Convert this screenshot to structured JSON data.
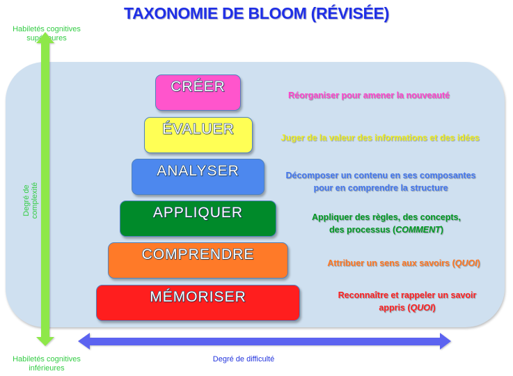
{
  "title": "TAXONOMIE DE BLOOM (RÉVISÉE)",
  "axes": {
    "top_label_line1": "Habiletés cognitives",
    "top_label_line2": "supérieures",
    "bottom_label_line1": "Habiletés cognitives",
    "bottom_label_line2": "inférieures",
    "vertical_label": "Degré de complexité",
    "horizontal_label": "Degré de difficulté"
  },
  "levels": [
    {
      "name": "CRÉER",
      "color": "#ff55cc",
      "desc_color": "#ff44cc",
      "desc_line1": "Réorganiser pour amener la nouveauté",
      "desc_line2": ""
    },
    {
      "name": "ÉVALUER",
      "color": "#ffff55",
      "desc_color": "#eeee22",
      "desc_line1": "Juger de la valeur des informations et des idées",
      "desc_line2": ""
    },
    {
      "name": "ANALYSER",
      "color": "#4d88ee",
      "desc_color": "#4477ee",
      "desc_line1": "Décomposer un contenu en ses composantes",
      "desc_line2": "pour en comprendre la structure"
    },
    {
      "name": "APPLIQUER",
      "color": "#008a2a",
      "desc_color": "#009922",
      "desc_line1": "Appliquer des règles, des concepts,",
      "desc_line2": "des processus (",
      "desc_emph": "COMMENT",
      "desc_end": ")"
    },
    {
      "name": "COMPRENDRE",
      "color": "#ff7a28",
      "desc_color": "#ff7722",
      "desc_line1": "Attribuer un sens aux savoirs (",
      "desc_emph": "QUOI",
      "desc_end": ")"
    },
    {
      "name": "MÉMORISER",
      "color": "#ff1e1e",
      "desc_color": "#ff1f1f",
      "desc_line1": "Reconnaître et rappeler un savoir",
      "desc_line2": "appris (",
      "desc_emph": "QUOI",
      "desc_end": ")"
    }
  ],
  "colors": {
    "title": "#1f2fe6",
    "panel": "#cfe0f0",
    "vertical_arrow": "#8ee84a",
    "horizontal_arrow": "#5b64f0"
  }
}
